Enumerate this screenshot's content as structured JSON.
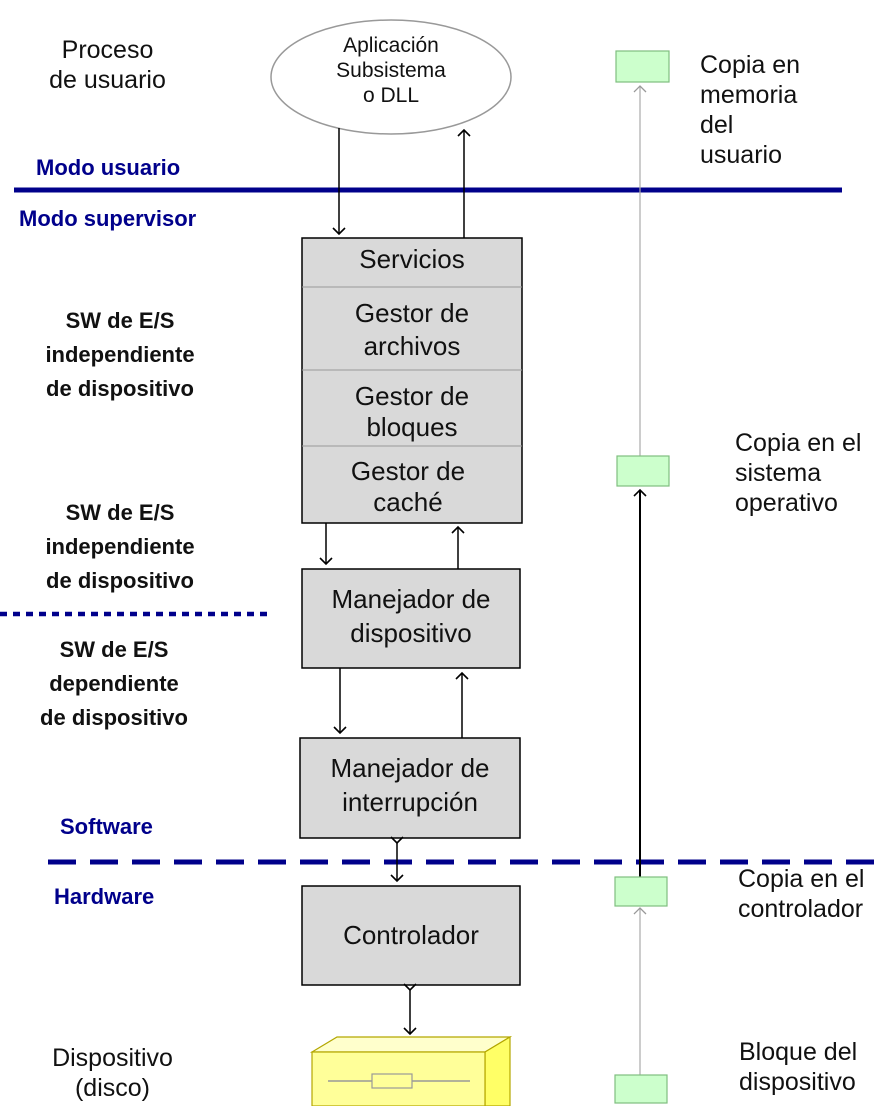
{
  "labels": {
    "proceso": "Proceso\nde usuario",
    "aplicacion": "Aplicación\nSubsistema\no DLL",
    "copia_usuario": "Copia en\nmemoria del\nusuario",
    "modo_usuario": "Modo usuario",
    "modo_supervisor": "Modo supervisor",
    "sw_indep_1": "SW de E/S\nindependiente\nde dispositivo",
    "sw_indep_2": "SW de E/S\nindependiente\nde dispositivo",
    "sw_dep": "SW de E/S\ndependiente\nde dispositivo",
    "copia_so": "Copia en el\nsistema\noperativo",
    "software": "Software",
    "hardware": "Hardware",
    "copia_controlador": "Copia en el\ncontrolador",
    "dispositivo": "Dispositivo\n(disco)",
    "bloque": "Bloque del\ndispositivo"
  },
  "boxes": {
    "servicios": "Servicios",
    "gestor_archivos": "Gestor de\narchivos",
    "gestor_bloques": "Gestor de\nbloques",
    "gestor_cache": "Gestor de\ncaché",
    "manejador_dispositivo": "Manejador de\ndispositivo",
    "manejador_interrupcion": "Manejador de\ninterrupción",
    "controlador": "Controlador"
  },
  "colors": {
    "box_fill": "#d9d9d9",
    "line_blue": "#00008b",
    "copy_fill": "#ccffcc",
    "copy_stroke": "#7fbf7f",
    "disk_fill": "#ffff99"
  }
}
